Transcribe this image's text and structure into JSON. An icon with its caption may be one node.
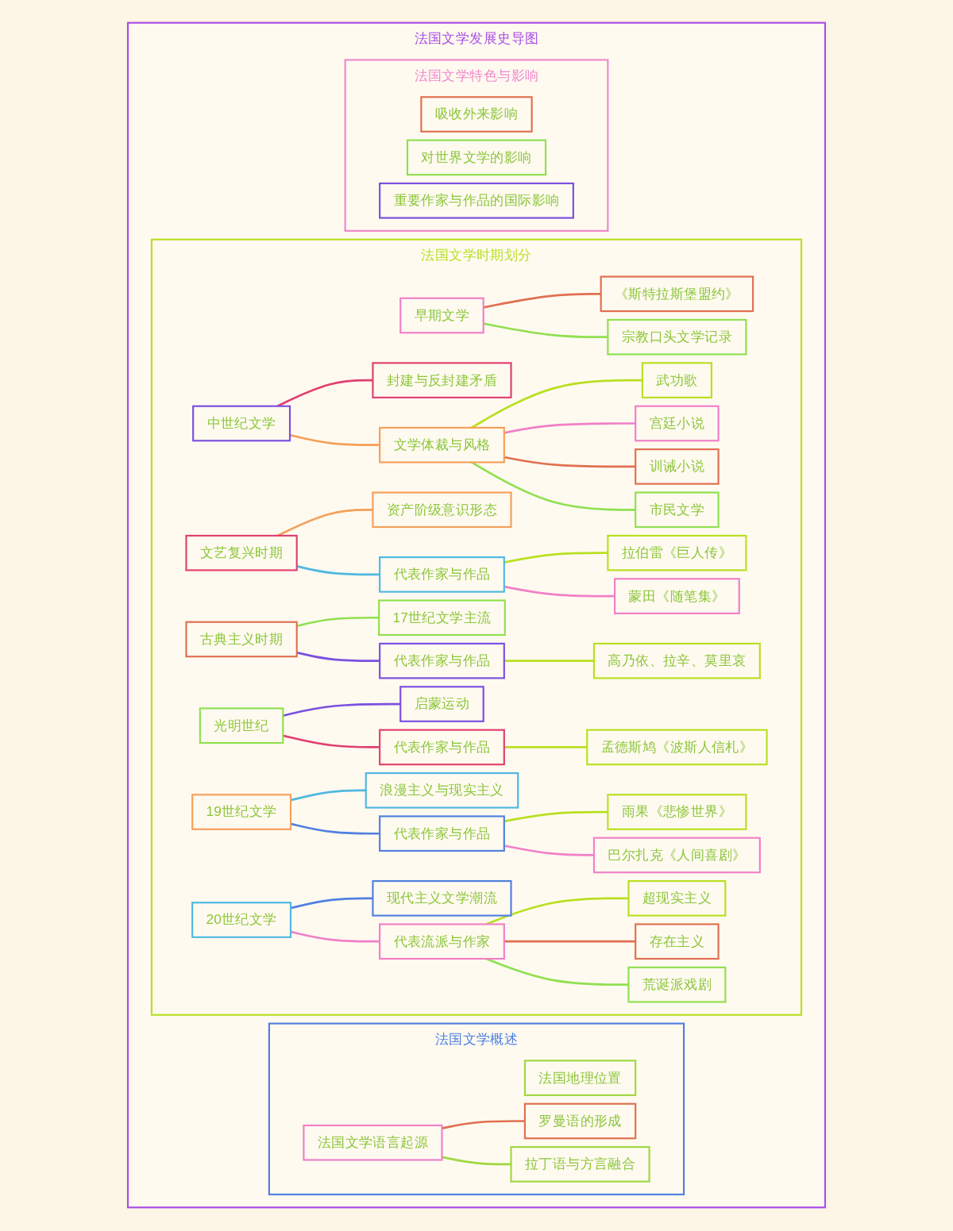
{
  "diagram": {
    "nodes": [
      {
        "text": [
          "法国文学发展史导图"
        ]
      },
      {
        "text": [
          "法国文学概述"
        ],
        "in": 0
      },
      {
        "text": [
          "法国地理位置"
        ],
        "in": 1
      },
      {
        "text": [
          "法国文学语言起源"
        ],
        "in": 1
      },
      {
        "text": [
          "罗曼语的形成"
        ],
        "in": 1
      },
      {
        "text": [
          "拉丁语与方言融合"
        ],
        "in": 1
      },
      {
        "text": [
          "法国文学时期划分"
        ],
        "in": 0
      },
      {
        "text": [
          "早期文学"
        ],
        "in": 6
      },
      {
        "text": [
          "《斯特拉斯堡盟约》"
        ],
        "in": 6
      },
      {
        "text": [
          "宗教口头文学记录"
        ],
        "in": 6
      },
      {
        "text": [
          "中世纪文学"
        ],
        "in": 6
      },
      {
        "text": [
          "封建与反封建矛盾"
        ],
        "in": 6
      },
      {
        "text": [
          "文学体裁与风格"
        ],
        "in": 6
      },
      {
        "text": [
          "武功歌"
        ],
        "in": 6
      },
      {
        "text": [
          "宫廷小说"
        ],
        "in": 6
      },
      {
        "text": [
          "训诫小说"
        ],
        "in": 6
      },
      {
        "text": [
          "市民文学"
        ],
        "in": 6
      },
      {
        "text": [
          "文艺复兴时期"
        ],
        "in": 6
      },
      {
        "text": [
          "资产阶级意识形态"
        ],
        "in": 6
      },
      {
        "text": [
          "代表作家与作品"
        ],
        "in": 6
      },
      {
        "text": [
          "拉伯雷《巨人传》"
        ],
        "in": 6
      },
      {
        "text": [
          "蒙田《随笔集》"
        ],
        "in": 6
      },
      {
        "text": [
          "古典主义时期"
        ],
        "in": 6
      },
      {
        "text": [
          "17世纪文学主流"
        ],
        "in": 6
      },
      {
        "text": [
          "代表作家与作品"
        ],
        "in": 6
      },
      {
        "text": [
          "高乃依、拉辛、莫里哀"
        ],
        "in": 6
      },
      {
        "text": [
          "光明世纪"
        ],
        "in": 6
      },
      {
        "text": [
          "启蒙运动"
        ],
        "in": 6
      },
      {
        "text": [
          "代表作家与作品"
        ],
        "in": 6
      },
      {
        "text": [
          "孟德斯鸠《波斯人信札》"
        ],
        "in": 6
      },
      {
        "text": [
          "19世纪文学"
        ],
        "in": 6
      },
      {
        "text": [
          "浪漫主义与现实主义"
        ],
        "in": 6
      },
      {
        "text": [
          "代表作家与作品"
        ],
        "in": 6
      },
      {
        "text": [
          "雨果《悲惨世界》"
        ],
        "in": 6
      },
      {
        "text": [
          "巴尔扎克《人间喜剧》"
        ],
        "in": 6
      },
      {
        "text": [
          "20世纪文学"
        ],
        "in": 6
      },
      {
        "text": [
          "现代主义文学潮流"
        ],
        "in": 6
      },
      {
        "text": [
          "代表流派与作家"
        ],
        "in": 6
      },
      {
        "text": [
          "超现实主义"
        ],
        "in": 6
      },
      {
        "text": [
          "存在主义"
        ],
        "in": 6
      },
      {
        "text": [
          "荒诞派戏剧"
        ],
        "in": 6
      },
      {
        "text": [
          "法国文学特色与影响"
        ],
        "in": 0
      },
      {
        "text": [
          "吸收外来影响"
        ],
        "in": 41
      },
      {
        "text": [
          "对世界文学的影响"
        ],
        "in": 41
      },
      {
        "text": [
          "重要作家与作品的国际影响"
        ],
        "in": 41
      }
    ],
    "edges": [
      {
        "from": 3,
        "to": 4,
        "arrow": "none",
        "color": "#e07050"
      },
      {
        "from": 3,
        "to": 5,
        "arrow": "none",
        "color": "#a0d840"
      },
      {
        "from": 7,
        "to": 8,
        "arrow": "none",
        "color": "#e07050"
      },
      {
        "from": 7,
        "to": 9,
        "arrow": "none",
        "color": "#90e050"
      },
      {
        "from": 10,
        "to": 11,
        "arrow": "none",
        "color": "#e04070"
      },
      {
        "from": 10,
        "to": 12,
        "arrow": "none",
        "color": "#f5a05a"
      },
      {
        "from": 12,
        "to": 13,
        "arrow": "none",
        "color": "#b8e020"
      },
      {
        "from": 12,
        "to": 14,
        "arrow": "none",
        "color": "#f080c8"
      },
      {
        "from": 12,
        "to": 15,
        "arrow": "none",
        "color": "#e07050"
      },
      {
        "from": 12,
        "to": 16,
        "arrow": "none",
        "color": "#90e050"
      },
      {
        "from": 17,
        "to": 18,
        "arrow": "none",
        "color": "#f5a05a"
      },
      {
        "from": 17,
        "to": 19,
        "arrow": "none",
        "color": "#50b8e0"
      },
      {
        "from": 19,
        "to": 20,
        "arrow": "none",
        "color": "#b8e020"
      },
      {
        "from": 19,
        "to": 21,
        "arrow": "none",
        "color": "#f080c8"
      },
      {
        "from": 22,
        "to": 23,
        "arrow": "none",
        "color": "#90e050"
      },
      {
        "from": 22,
        "to": 24,
        "arrow": "none",
        "color": "#7b50e0"
      },
      {
        "from": 24,
        "to": 25,
        "arrow": "none",
        "color": "#b8e020"
      },
      {
        "from": 26,
        "to": 27,
        "arrow": "none",
        "color": "#7b50e0"
      },
      {
        "from": 26,
        "to": 28,
        "arrow": "none",
        "color": "#e04070"
      },
      {
        "from": 28,
        "to": 29,
        "arrow": "none",
        "color": "#b8e020"
      },
      {
        "from": 30,
        "to": 31,
        "arrow": "none",
        "color": "#50b8e0"
      },
      {
        "from": 30,
        "to": 32,
        "arrow": "none",
        "color": "#5080e0"
      },
      {
        "from": 32,
        "to": 33,
        "arrow": "none",
        "color": "#b8e020"
      },
      {
        "from": 32,
        "to": 34,
        "arrow": "none",
        "color": "#f080c8"
      },
      {
        "from": 35,
        "to": 36,
        "arrow": "none",
        "color": "#5080e0"
      },
      {
        "from": 35,
        "to": 37,
        "arrow": "none",
        "color": "#f080c8"
      },
      {
        "from": 37,
        "to": 38,
        "arrow": "none",
        "color": "#b8e020"
      },
      {
        "from": 37,
        "to": 39,
        "arrow": "none",
        "color": "#e07050"
      },
      {
        "from": 37,
        "to": 40,
        "arrow": "none",
        "color": "#90e050"
      }
    ]
  }
}
